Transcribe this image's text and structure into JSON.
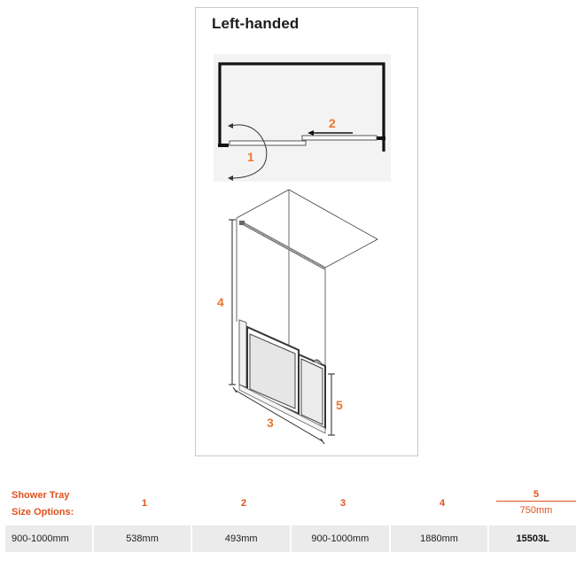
{
  "diagram": {
    "title": "Left-handed",
    "plan_labels": {
      "door_swing": "1",
      "slide": "2"
    },
    "iso_labels": {
      "width": "3",
      "height": "4",
      "panel_height": "5"
    },
    "accent_color": "#e8772e"
  },
  "table": {
    "header_label_line1": "Shower Tray",
    "header_label_line2": "Size Options:",
    "columns": [
      {
        "label": "1"
      },
      {
        "label": "2"
      },
      {
        "label": "3"
      },
      {
        "label": "4"
      },
      {
        "label": "5",
        "sublabel": "750mm"
      }
    ],
    "rows": [
      {
        "size": "900-1000mm",
        "values": [
          "538mm",
          "493mm",
          "900-1000mm",
          "1880mm",
          "15503L"
        ]
      }
    ],
    "header_color": "#e0501c",
    "cell_bg": "#ebebeb"
  }
}
